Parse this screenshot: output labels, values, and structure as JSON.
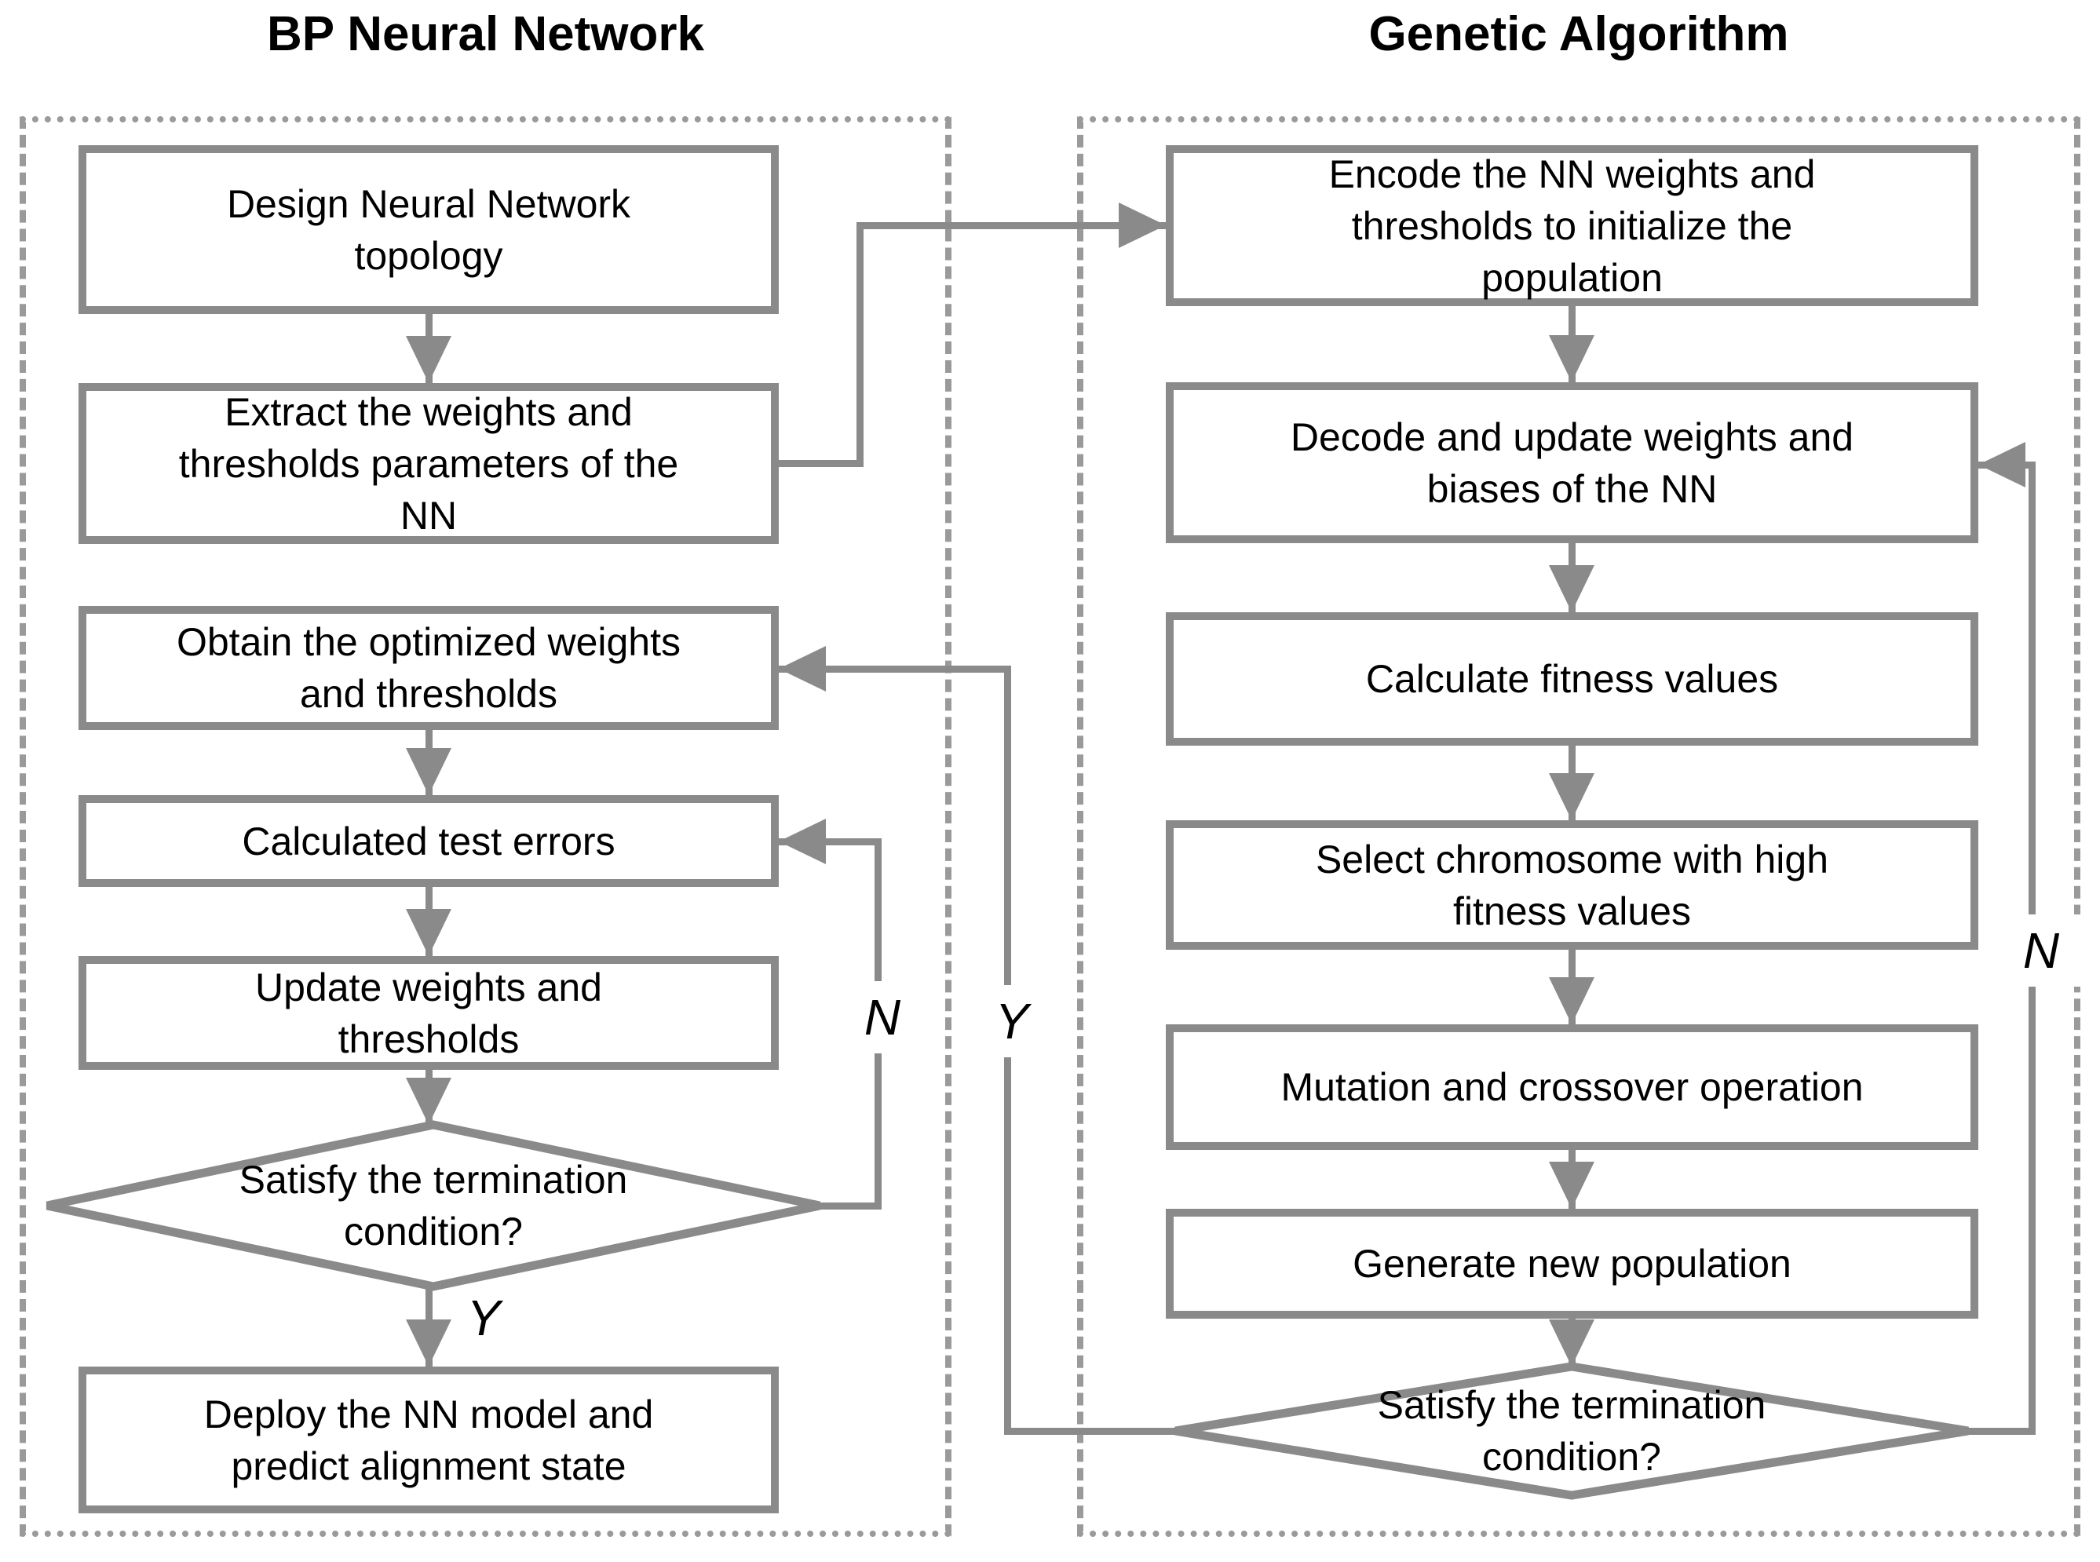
{
  "figure": {
    "kind": "flowchart",
    "description": "Two-panel flowchart of a BP Neural Network optimized by a Genetic Algorithm"
  },
  "colors": {
    "background": "#ffffff",
    "line_gray": "#8a8a8a",
    "panel_dash_gray": "#9a9a9a",
    "text_black": "#000000"
  },
  "titles": {
    "left": "BP Neural Network",
    "right": "Genetic Algorithm"
  },
  "nodes": {
    "design": "Design Neural Network\ntopology",
    "extract": "Extract the weights and\nthresholds parameters of the\nNN",
    "obtain": "Obtain the optimized weights\nand thresholds",
    "calc_errors": "Calculated test errors",
    "update": "Update weights and\nthresholds",
    "bp_decision": "Satisfy the termination\ncondition?",
    "deploy": "Deploy the NN model and\npredict alignment state",
    "encode": "Encode the NN weights and\nthresholds to initialize the\npopulation",
    "decode": "Decode and update weights and\nbiases of the NN",
    "fitness": "Calculate fitness values",
    "select": "Select chromosome with high\nfitness values",
    "mutation": "Mutation and crossover operation",
    "generate": "Generate new population",
    "ga_decision": "Satisfy the termination\ncondition?"
  },
  "branch_labels": {
    "bp_no": "N",
    "bp_yes": "Y",
    "ga_yes": "Y",
    "ga_no": "N"
  }
}
